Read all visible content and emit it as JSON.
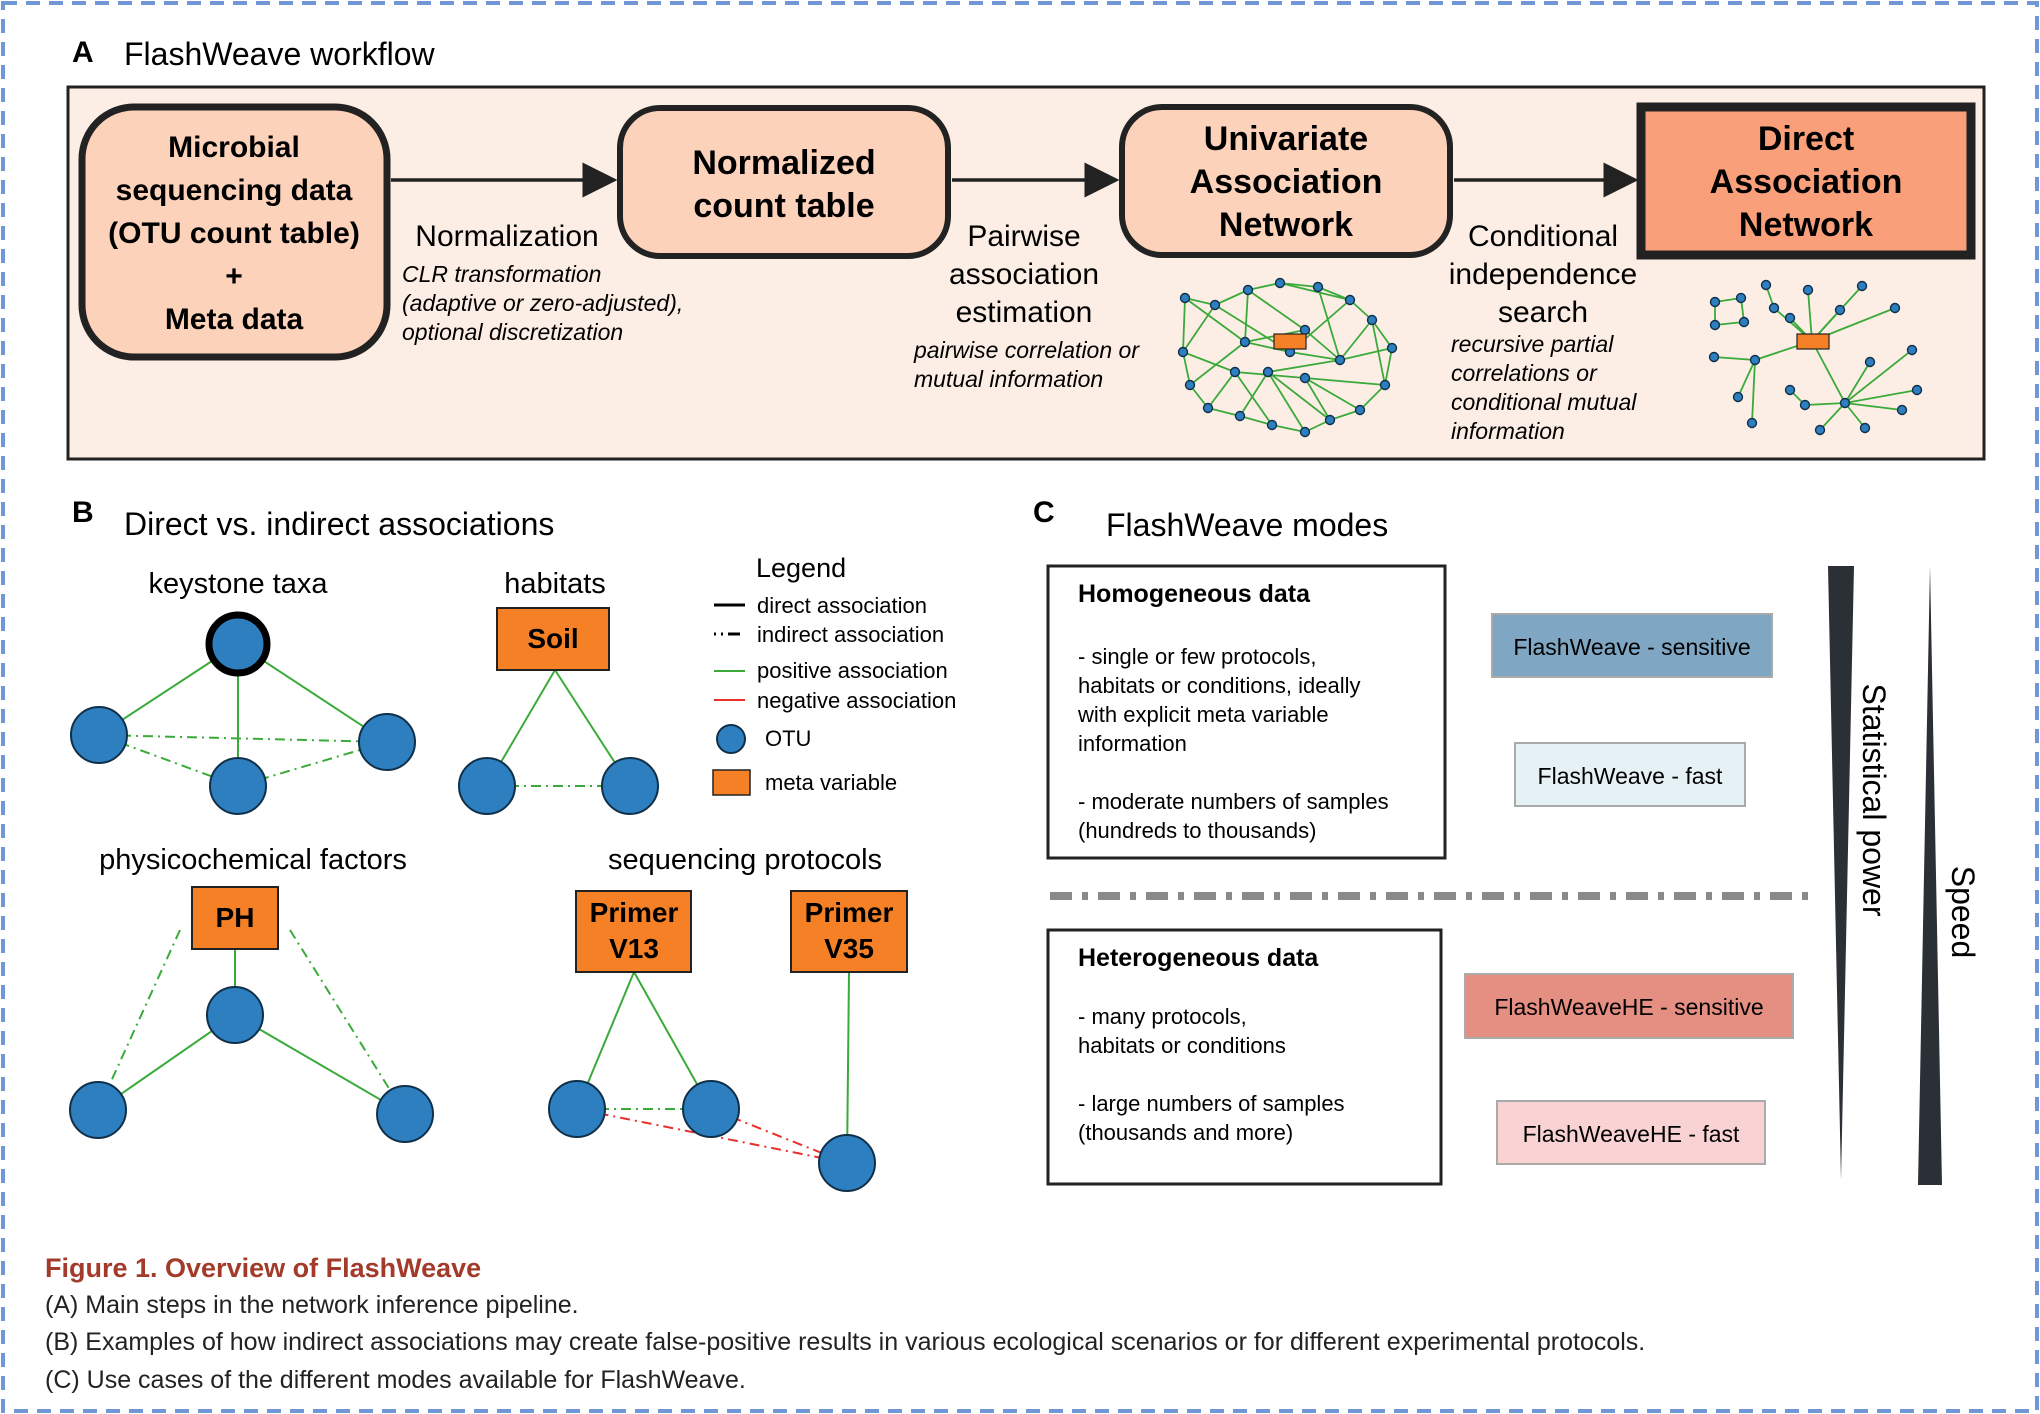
{
  "panel_a": {
    "letter": "A",
    "title": "FlashWeave workflow",
    "box1": [
      "Microbial",
      "sequencing data",
      "(OTU count table)",
      "+",
      "Meta data"
    ],
    "box2": [
      "Normalized",
      "count table"
    ],
    "box3": [
      "Univariate",
      "Association",
      "Network"
    ],
    "box4": [
      "Direct",
      "Association",
      "Network"
    ],
    "step1": {
      "title": "Normalization",
      "detail": [
        "CLR transformation",
        "(adaptive or zero-adjusted),",
        "optional discretization"
      ]
    },
    "step2": {
      "title": [
        "Pairwise",
        "association",
        "estimation"
      ],
      "detail": [
        "pairwise correlation or",
        "mutual information"
      ]
    },
    "step3": {
      "title": [
        "Conditional",
        "independence",
        "search"
      ],
      "detail": [
        "recursive partial",
        "correlations or",
        "conditional mutual",
        "information"
      ]
    }
  },
  "panel_b": {
    "letter": "B",
    "title": "Direct vs. indirect associations",
    "keystone": "keystone taxa",
    "habitats": "habitats",
    "soil": "Soil",
    "physico": "physicochemical factors",
    "ph": "PH",
    "protocols": "sequencing protocols",
    "primer1": [
      "Primer",
      "V13"
    ],
    "primer2": [
      "Primer",
      "V35"
    ],
    "legend": {
      "title": "Legend",
      "direct": "direct association",
      "indirect": "indirect association",
      "positive": "positive association",
      "negative": "negative association",
      "otu": "OTU",
      "meta": "meta variable"
    }
  },
  "panel_c": {
    "letter": "C",
    "title": "FlashWeave modes",
    "homog_title": "Homogeneous data",
    "homog_lines": [
      "- single or few protocols,",
      "habitats or conditions, ideally",
      "with explicit meta variable",
      "information",
      "",
      "- moderate numbers of samples",
      "(hundreds to thousands)"
    ],
    "heter_title": "Heterogeneous data",
    "heter_lines": [
      "- many protocols,",
      "habitats or conditions",
      "",
      "- large numbers of samples",
      "(thousands and more)"
    ],
    "mode1": "FlashWeave - sensitive",
    "mode2": "FlashWeave - fast",
    "mode3": "FlashWeaveHE - sensitive",
    "mode4": "FlashWeaveHE - fast",
    "axis_power": "Statistical power",
    "axis_speed": "Speed"
  },
  "caption": {
    "title": "Figure 1.  Overview of FlashWeave",
    "lines": [
      "(A) Main steps in the network inference pipeline.",
      "(B) Examples of how indirect associations may create false-positive results in various ecological scenarios or for different experimental protocols.",
      "(C) Use cases of the different modes available for FlashWeave."
    ]
  },
  "colors": {
    "peach": "#fcd2bb",
    "panel_bg": "#fdeee5",
    "direct_net": "#f9a07a",
    "meta": "#f58025",
    "otu": "#2d7fbf",
    "positive": "#3aaa3a",
    "negative": "#e8312a",
    "caption": "#a23b2a",
    "mode1": "#7fa7c4",
    "mode2": "#e6f1f5",
    "mode3": "#e58e82",
    "mode4": "#f9d3d4",
    "frame": "#6f97d6"
  }
}
